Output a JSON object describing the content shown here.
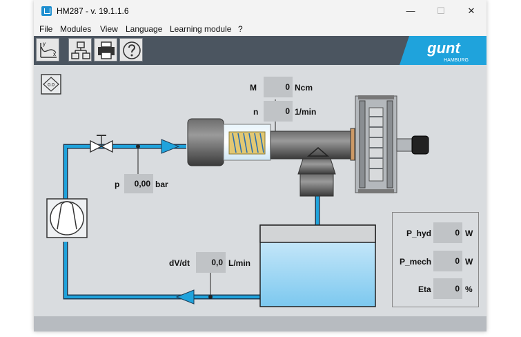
{
  "window": {
    "title": "HM287 - v. 19.1.1.6",
    "controls": {
      "minimize": "—",
      "maximize": "☐",
      "close": "✕"
    }
  },
  "menu": [
    "File",
    "Modules",
    "View",
    "Language",
    "Learning module",
    "?"
  ],
  "toolbar": {
    "buttons": [
      "diagram-icon",
      "network-icon",
      "printer-icon",
      "help-icon"
    ]
  },
  "logo": {
    "brand": "gunt",
    "sub": "HAMBURG"
  },
  "measurements": {
    "torque": {
      "label": "M",
      "value": "0",
      "unit": "Ncm"
    },
    "speed": {
      "label": "n",
      "value": "0",
      "unit": "1/min"
    },
    "pressure": {
      "label": "p",
      "value": "0,00",
      "unit": "bar"
    },
    "flow": {
      "label": "dV/dt",
      "value": "0,0",
      "unit": "L/min"
    }
  },
  "power": {
    "hyd": {
      "label": "P_hyd",
      "value": "0",
      "unit": "W"
    },
    "mech": {
      "label": "P_mech",
      "value": "0",
      "unit": "W"
    },
    "eta": {
      "label": "Eta",
      "value": "0",
      "unit": "%"
    }
  },
  "colors": {
    "pipe": "#1fa3dc",
    "toolbar": "#4b5560",
    "canvas": "#d9dcdf",
    "water": "#7cc8ef"
  }
}
